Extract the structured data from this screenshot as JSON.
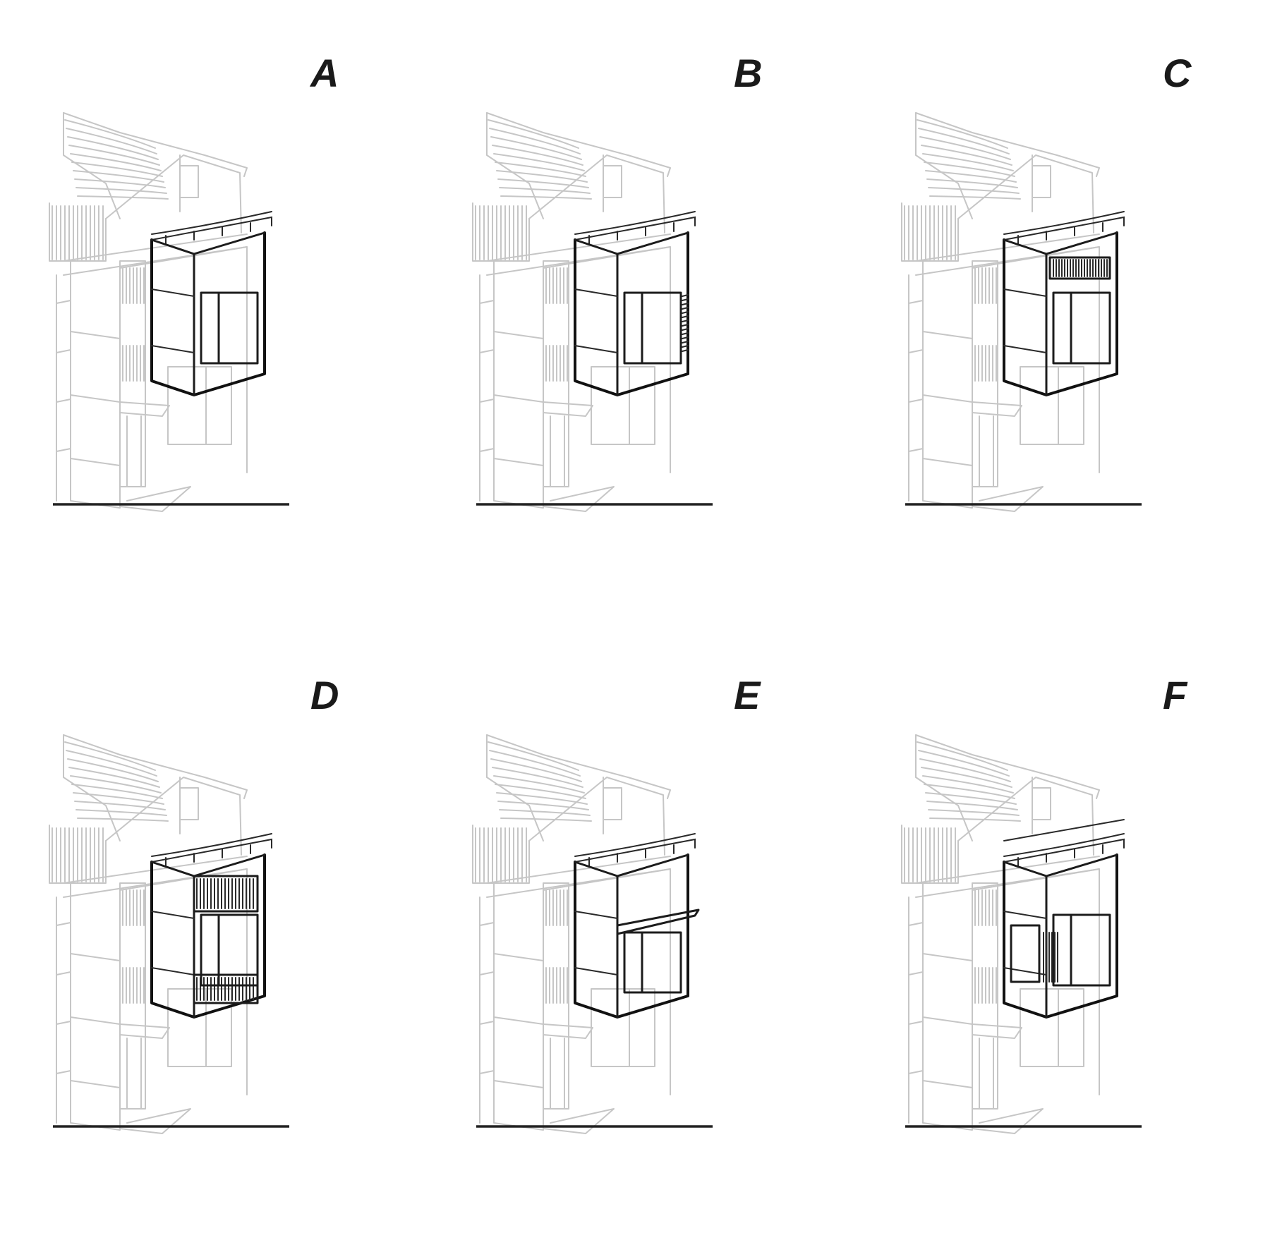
{
  "panels": [
    {
      "id": "a",
      "label": "A"
    },
    {
      "id": "b",
      "label": "B"
    },
    {
      "id": "c",
      "label": "C"
    },
    {
      "id": "d",
      "label": "D"
    },
    {
      "id": "e",
      "label": "E"
    },
    {
      "id": "f",
      "label": "F"
    }
  ],
  "colors": {
    "ghost_line": "#c6c6c6",
    "ink_line": "#1c1c1c",
    "background": "#ffffff"
  }
}
